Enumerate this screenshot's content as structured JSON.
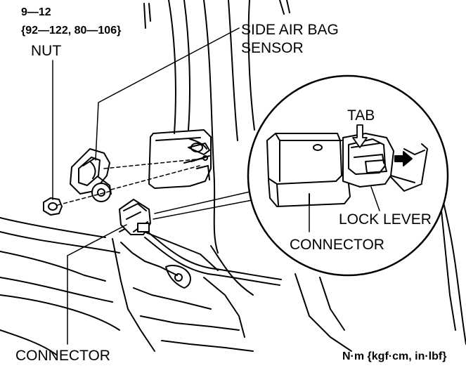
{
  "torque": {
    "value": "9—12",
    "alt_value": "{92—122, 80—106}",
    "part": "NUT"
  },
  "labels": {
    "sensor_line1": "SIDE AIR BAG",
    "sensor_line2": "SENSOR",
    "tab": "TAB",
    "lock_lever": "LOCK LEVER",
    "connector_detail": "CONNECTOR",
    "connector_main": "CONNECTOR"
  },
  "units": "N·m {kgf·cm, in·lbf}"
}
